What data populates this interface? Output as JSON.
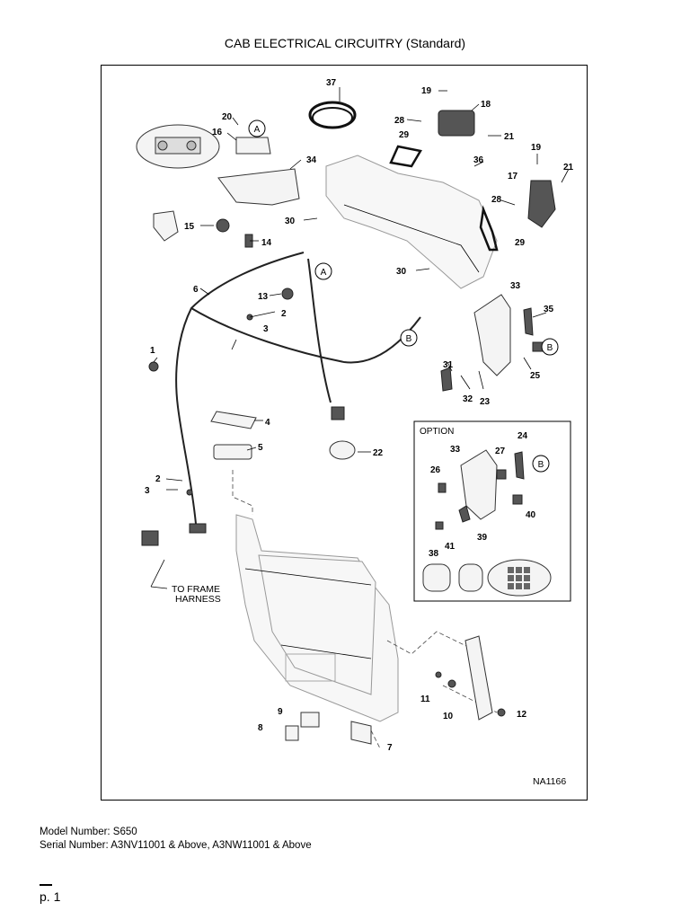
{
  "title": "CAB ELECTRICAL CIRCUITRY (Standard)",
  "figure_id": "NA1166",
  "option_label": "OPTION",
  "frame_harness_label_1": "TO FRAME",
  "frame_harness_label_2": "HARNESS",
  "model_line": "Model Number: S650",
  "serial_line": "Serial Number: A3NV11001 & Above, A3NW11001 & Above",
  "page_label": "p. 1",
  "ref_a": "A",
  "ref_b": "B",
  "callouts": {
    "c1": "1",
    "c2": "2",
    "c2b": "2",
    "c3": "3",
    "c3b": "3",
    "c4": "4",
    "c5": "5",
    "c6": "6",
    "c7": "7",
    "c8": "8",
    "c9": "9",
    "c10": "10",
    "c11": "11",
    "c12": "12",
    "c13": "13",
    "c14": "14",
    "c15": "15",
    "c16": "16",
    "c17": "17",
    "c18": "18",
    "c19": "19",
    "c19b": "19",
    "c20": "20",
    "c21": "21",
    "c21b": "21",
    "c22": "22",
    "c23": "23",
    "c24": "24",
    "c25": "25",
    "c26": "26",
    "c27": "27",
    "c28": "28",
    "c28b": "28",
    "c29": "29",
    "c29b": "29",
    "c30": "30",
    "c30b": "30",
    "c31": "31",
    "c32": "32",
    "c33": "33",
    "c33b": "33",
    "c34": "34",
    "c35": "35",
    "c36": "36",
    "c37": "37",
    "c38": "38",
    "c39": "39",
    "c40": "40",
    "c41": "41"
  }
}
